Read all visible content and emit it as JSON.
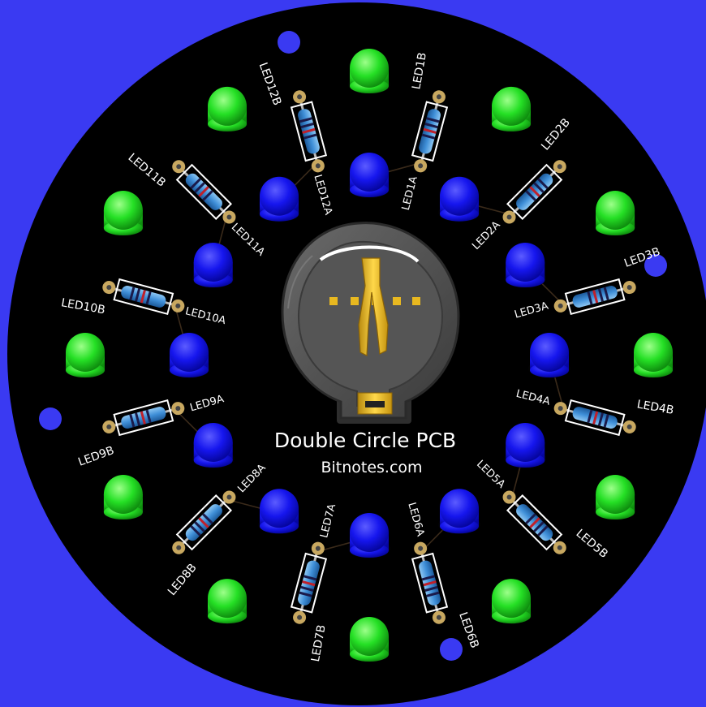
{
  "colors": {
    "background": "#3a3af2",
    "board": "#000000",
    "led_outer": "#22ee22",
    "led_inner": "#1a1aff",
    "resistor_body": "#3f8fd8",
    "resistor_band": "#c0202a",
    "pad": "#c8a860",
    "silkscreen": "#ffffff",
    "holder": "#555555",
    "contact": "#e8b820"
  },
  "title": "Double Circle PCB",
  "subtitle": "Bitnotes.com",
  "outer_leds": [
    "LED1B",
    "LED2B",
    "LED3B",
    "LED4B",
    "LED5B",
    "LED6B",
    "LED7B",
    "LED8B",
    "LED9B",
    "LED10B",
    "LED11B",
    "LED12B"
  ],
  "inner_leds": [
    "LED1A",
    "LED2A",
    "LED3A",
    "LED4A",
    "LED5A",
    "LED6A",
    "LED7A",
    "LED8A",
    "LED9A",
    "LED10A",
    "LED11A",
    "LED12A"
  ],
  "icons": {
    "battery": "coin-cell-holder-icon",
    "hole": "mounting-hole-icon"
  }
}
